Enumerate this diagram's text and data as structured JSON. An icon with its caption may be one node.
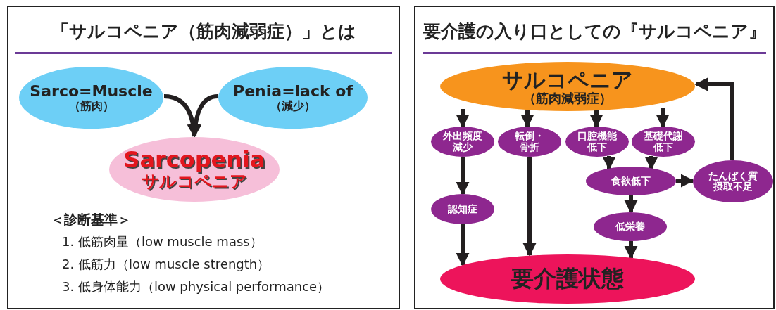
{
  "diagram": {
    "nodes": [
      {
        "text": [
          "「サルコペニア（筋肉減弱症）」とは"
        ]
      },
      {
        "text": [
          "Sarco=Muscle",
          "（筋肉）"
        ],
        "in": 0
      },
      {
        "text": [
          "Penia=lack of",
          "（減少）"
        ],
        "in": 0
      },
      {
        "text": [
          "Sarcopenia",
          "サルコペニア"
        ],
        "in": 0
      },
      {
        "text": [
          "要介護の入り口としての『サルコペニア』"
        ]
      },
      {
        "text": [
          "サルコペニア",
          "（筋肉減弱症）"
        ],
        "in": 4
      },
      {
        "text": [
          "外出頻度減少"
        ],
        "in": 4
      },
      {
        "text": [
          "転倒・骨折"
        ],
        "in": 4
      },
      {
        "text": [
          "口腔機能低下"
        ],
        "in": 4
      },
      {
        "text": [
          "基礎代謝低下"
        ],
        "in": 4
      },
      {
        "text": [
          "食欲低下"
        ],
        "in": 4
      },
      {
        "text": [
          "たんぱく質摂取不足"
        ],
        "in": 4
      },
      {
        "text": [
          "認知症"
        ],
        "in": 4
      },
      {
        "text": [
          "低栄養"
        ],
        "in": 4
      },
      {
        "text": [
          "要介護状態"
        ],
        "in": 4
      }
    ],
    "edges": [
      {
        "from": 1,
        "to": 3,
        "arrow": "to"
      },
      {
        "from": 2,
        "to": 3,
        "arrow": "to"
      },
      {
        "from": 5,
        "to": 6,
        "arrow": "to"
      },
      {
        "from": 5,
        "to": 7,
        "arrow": "to"
      },
      {
        "from": 5,
        "to": 8,
        "arrow": "to"
      },
      {
        "from": 5,
        "to": 9,
        "arrow": "to"
      },
      {
        "from": 6,
        "to": 12,
        "arrow": "to"
      },
      {
        "from": 7,
        "to": 14,
        "arrow": "to"
      },
      {
        "from": 8,
        "to": 10,
        "arrow": "to"
      },
      {
        "from": 9,
        "to": 10,
        "arrow": "to"
      },
      {
        "from": 10,
        "to": 11,
        "arrow": "to"
      },
      {
        "from": 10,
        "to": 13,
        "arrow": "to"
      },
      {
        "from": 11,
        "to": 5,
        "arrow": "to"
      },
      {
        "from": 12,
        "to": 14,
        "arrow": "to"
      },
      {
        "from": 13,
        "to": 14,
        "arrow": "to"
      }
    ],
    "labels": [
      "＜診断基準＞",
      "1. 低筋肉量（low muscle mass）",
      "2. 低筋力（low muscle strength）",
      "3. 低身体能力（low physical performance）"
    ]
  }
}
